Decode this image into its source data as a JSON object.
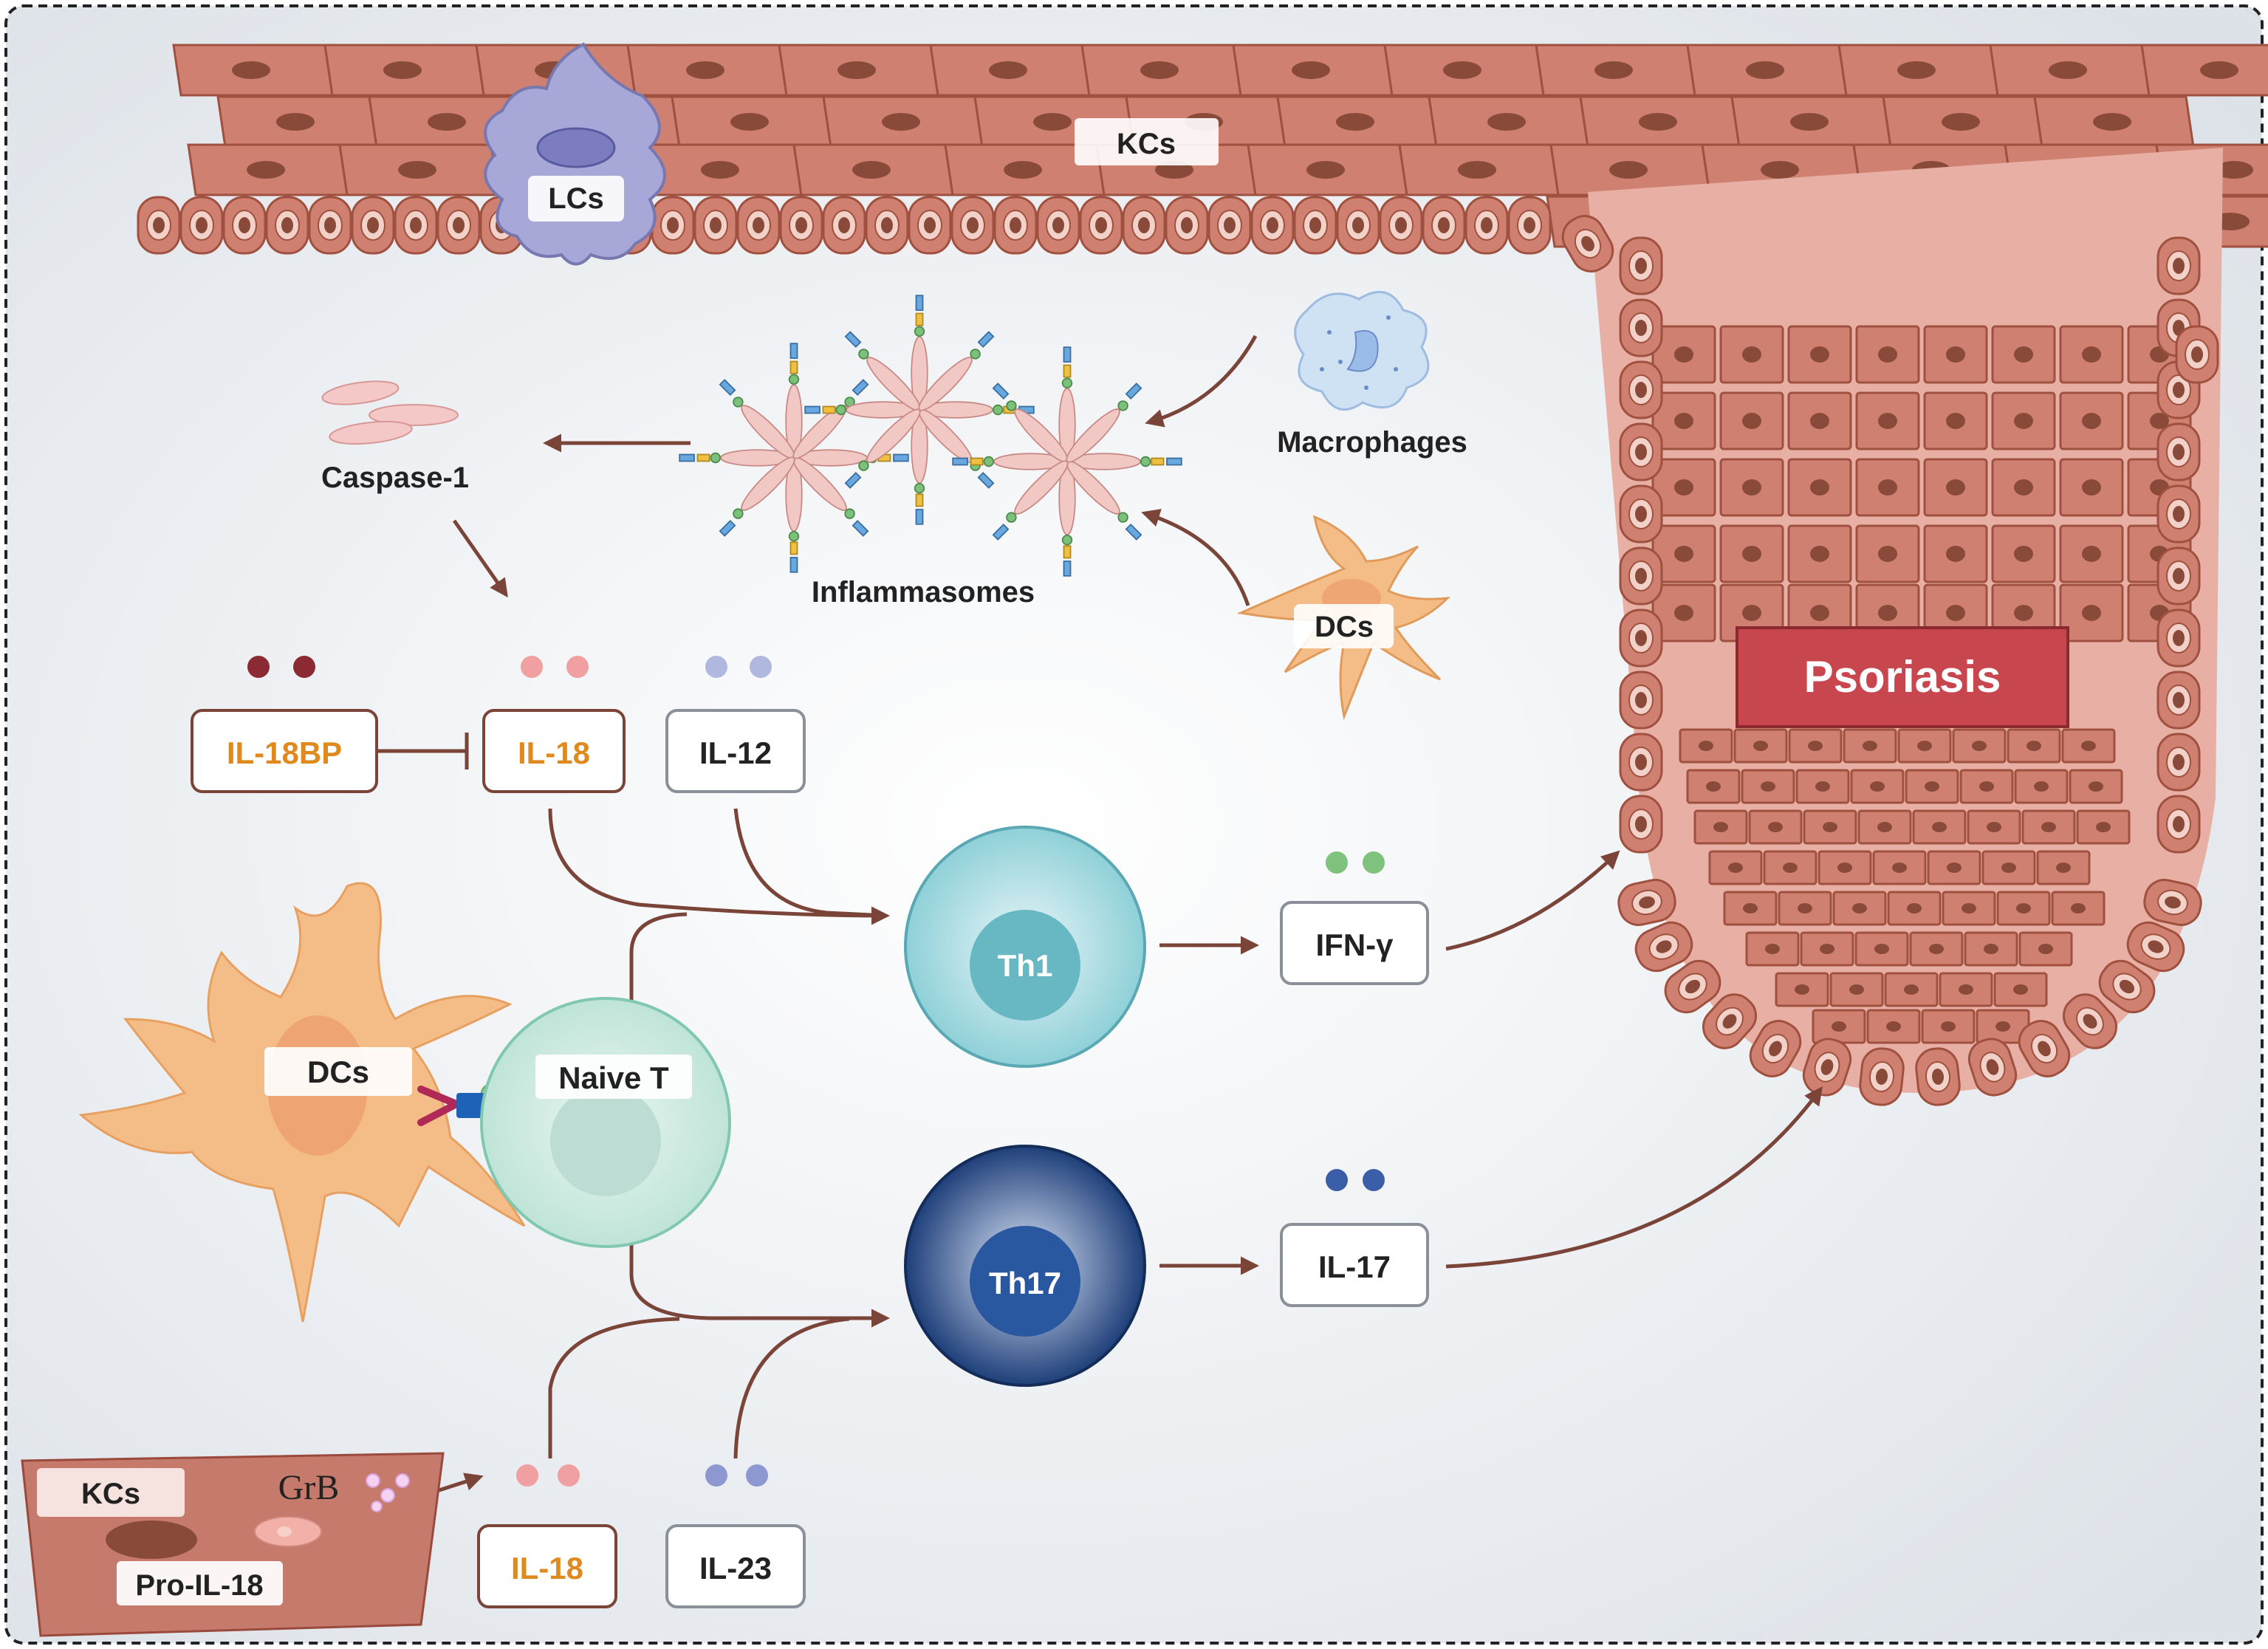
{
  "labels": {
    "kcs_top": "KCs",
    "lcs": "LCs",
    "macrophages": "Macrophages",
    "caspase": "Caspase-1",
    "inflammasomes": "Inflammasomes",
    "dcs_small": "DCs",
    "dcs_large": "DCs",
    "naive_t": "Naive T",
    "th1": "Th1",
    "th17": "Th17",
    "psoriasis": "Psoriasis",
    "kcs_bottom": "KCs",
    "grb": "GrB",
    "pro_il18": "Pro-IL-18"
  },
  "cytokines": {
    "il18bp": "IL-18BP",
    "il18_top": "IL-18",
    "il12": "IL-12",
    "ifng": "IFN-γ",
    "il17": "IL-17",
    "il18_bottom": "IL-18",
    "il23": "IL-23"
  },
  "colors": {
    "arrow": "#7a4438",
    "skin": "#cf8070",
    "skin_outline": "#a0503e",
    "psoriasis_box": "#c8474f",
    "il18_text": "#e08a1e",
    "th1": "#8fd0d8",
    "th17": "#1e3f7a",
    "dc": "#f4bd88",
    "lc": "#a8a8d8",
    "dot_il18bp": "#8b2a32",
    "dot_il18": "#f0a0a0",
    "dot_il12": "#b0b8e0",
    "dot_ifng": "#7ec27e",
    "dot_il17": "#3a5ea8",
    "dot_il23": "#8e98d0"
  }
}
